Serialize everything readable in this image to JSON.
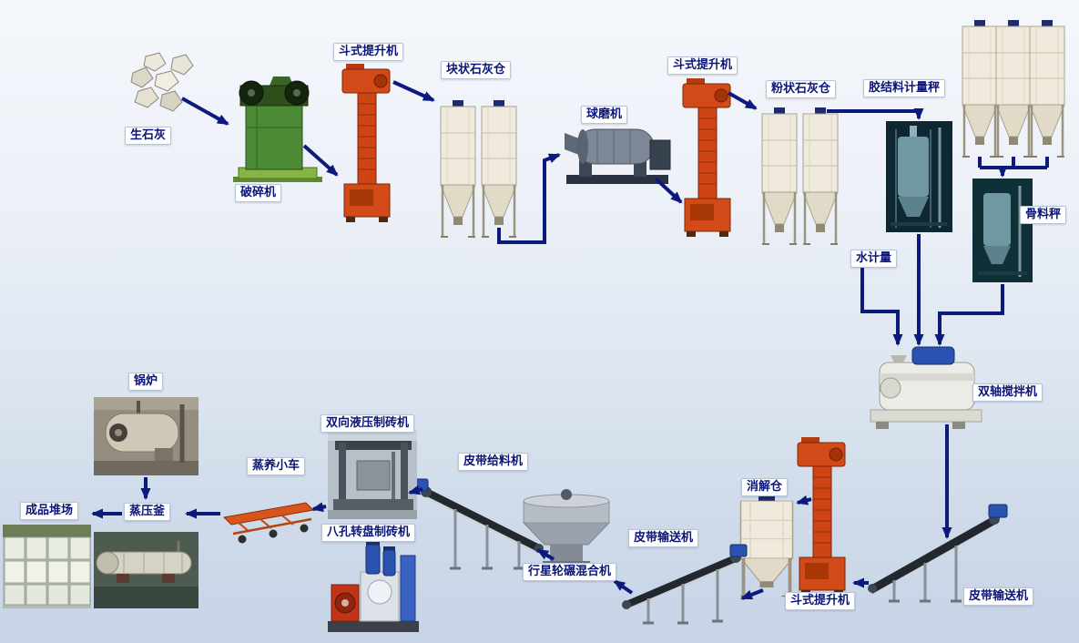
{
  "diagram": {
    "type": "process-flow-diagram",
    "labels": {
      "quicklime": "生石灰",
      "crusher": "破碎机",
      "bucket_elevator_1": "斗式提升机",
      "lump_lime_silo": "块状石灰仓",
      "ball_mill": "球磨机",
      "bucket_elevator_2": "斗式提升机",
      "powder_lime_silo": "粉状石灰仓",
      "binder_metering_scale": "胶结料计量秤",
      "aggregate_scale": "骨料秤",
      "water_metering": "水计量",
      "twin_shaft_mixer": "双轴搅拌机",
      "belt_conveyor_right": "皮带输送机",
      "bucket_elevator_3": "斗式提升机",
      "digestion_silo": "消解仓",
      "belt_conveyor_mid": "皮带输送机",
      "planetary_wheel_mixer": "行星轮碾混合机",
      "belt_feeder": "皮带给料机",
      "hydraulic_brick_machine": "双向液压制砖机",
      "rotary_brick_machine": "八孔转盘制砖机",
      "curing_trolley": "蒸养小车",
      "autoclave": "蒸压釜",
      "boiler": "锅炉",
      "product_yard": "成品堆场"
    },
    "flow_edges": [
      [
        "quicklime",
        "crusher"
      ],
      [
        "crusher",
        "bucket_elevator_1"
      ],
      [
        "bucket_elevator_1",
        "lump_lime_silo"
      ],
      [
        "lump_lime_silo",
        "ball_mill"
      ],
      [
        "ball_mill",
        "bucket_elevator_2"
      ],
      [
        "bucket_elevator_2",
        "powder_lime_silo"
      ],
      [
        "powder_lime_silo",
        "binder_metering_scale"
      ],
      [
        "binder_metering_scale",
        "twin_shaft_mixer"
      ],
      [
        "water_metering",
        "twin_shaft_mixer"
      ],
      [
        "aggregate_silos",
        "aggregate_scale"
      ],
      [
        "aggregate_scale",
        "twin_shaft_mixer"
      ],
      [
        "twin_shaft_mixer",
        "belt_conveyor_right"
      ],
      [
        "belt_conveyor_right",
        "bucket_elevator_3"
      ],
      [
        "bucket_elevator_3",
        "digestion_silo"
      ],
      [
        "digestion_silo",
        "belt_conveyor_mid"
      ],
      [
        "belt_conveyor_mid",
        "planetary_wheel_mixer"
      ],
      [
        "planetary_wheel_mixer",
        "belt_feeder"
      ],
      [
        "belt_feeder",
        "hydraulic_brick_machine"
      ],
      [
        "hydraulic_brick_machine",
        "curing_trolley"
      ],
      [
        "curing_trolley",
        "autoclave"
      ],
      [
        "autoclave",
        "product_yard"
      ],
      [
        "boiler",
        "autoclave"
      ]
    ],
    "colors": {
      "arrow": "#0c1a7e",
      "label_text": "#0a1578",
      "label_bg": "#ffffff",
      "elevator_red": "#ce4414",
      "silo_cream": "#efeadb",
      "crusher_green": "#4d8a35",
      "motor_blue": "#2a52b0",
      "background_top": "#f4f7fb",
      "background_bottom": "#c7d4e6"
    }
  }
}
